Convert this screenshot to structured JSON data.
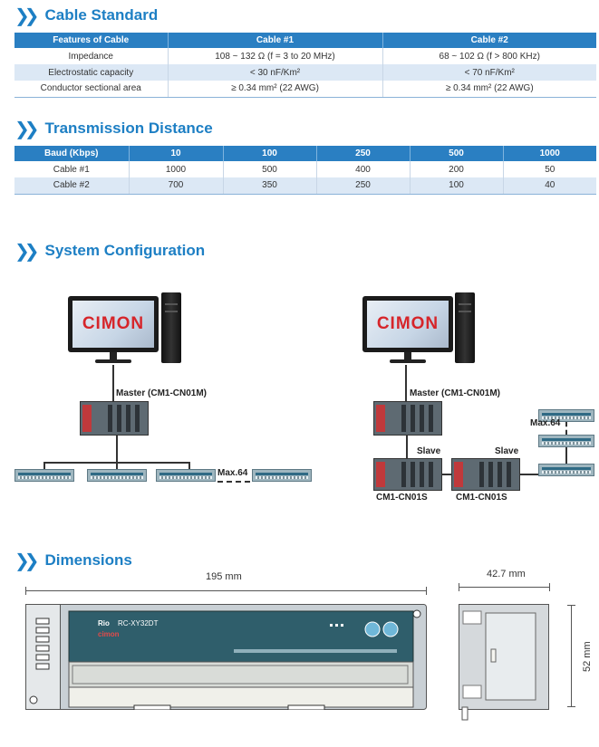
{
  "sections": {
    "cable_standard": "Cable Standard",
    "transmission_distance": "Transmission Distance",
    "system_configuration": "System Configuration",
    "dimensions": "Dimensions"
  },
  "cable_table": {
    "headers": [
      "Features of Cable",
      "Cable #1",
      "Cable #2"
    ],
    "rows": [
      [
        "Impedance",
        "108 ~ 132 Ω (f = 3 to 20 MHz)",
        "68 ~ 102 Ω (f > 800 KHz)"
      ],
      [
        "Electrostatic capacity",
        "< 30 nF/Km²",
        "< 70 nF/Km²"
      ],
      [
        "Conductor sectional area",
        "≥ 0.34 mm² (22 AWG)",
        "≥ 0.34 mm² (22 AWG)"
      ]
    ]
  },
  "distance_table": {
    "headers": [
      "Baud (Kbps)",
      "10",
      "100",
      "250",
      "500",
      "1000"
    ],
    "rows": [
      [
        "Cable #1",
        "1000",
        "500",
        "400",
        "200",
        "50"
      ],
      [
        "Cable #2",
        "700",
        "350",
        "250",
        "100",
        "40"
      ]
    ]
  },
  "diagram": {
    "logo_left": "CI",
    "logo_mid": "M",
    "logo_right": "ON",
    "master_label": "Master (CM1-CN01M)",
    "max_label": "Max.64",
    "slave_label": "Slave",
    "slave_model": "CM1-CN01S"
  },
  "dimensions": {
    "width": "195 mm",
    "depth": "42.7 mm",
    "height": "52 mm",
    "device_brand": "Rio",
    "device_model": "RC-XY32DT",
    "device_maker": "cimon"
  }
}
